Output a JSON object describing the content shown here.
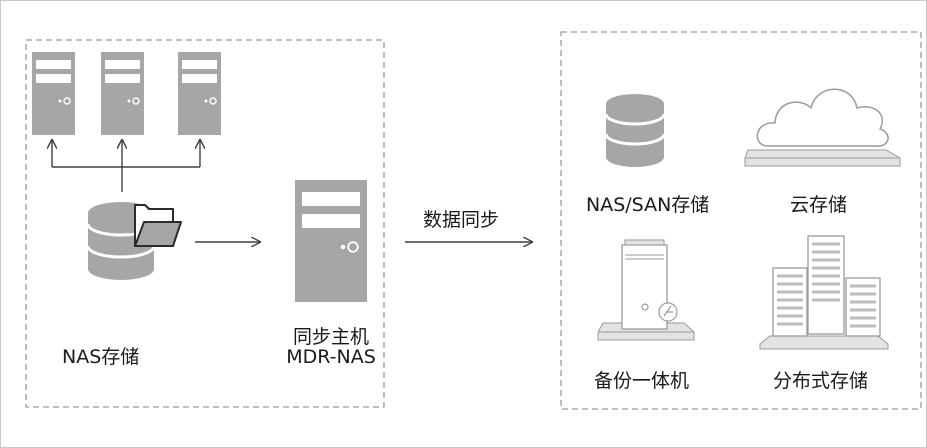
{
  "labels": {
    "nas_storage": "NAS存储",
    "sync_host_line1": "同步主机",
    "sync_host_line2": "MDR-NAS",
    "data_sync": "数据同步",
    "nas_san_storage": "NAS/SAN存储",
    "cloud_storage": "云存储",
    "backup_appliance": "备份一体机",
    "distributed_storage": "分布式存储"
  },
  "icons": {
    "client_servers": "server-tower-icon",
    "nas_database": "database-icon",
    "folder": "folder-icon",
    "sync_host": "server-tower-icon",
    "nas_san": "database-icon",
    "cloud": "cloud-icon",
    "backup": "backup-appliance-icon",
    "distributed": "server-rack-icon"
  },
  "colors": {
    "icon_gray": "#a6a6a6",
    "dashed_border": "#9a9a9a",
    "arrow": "#404040",
    "frame_border": "#c8c8c8"
  }
}
